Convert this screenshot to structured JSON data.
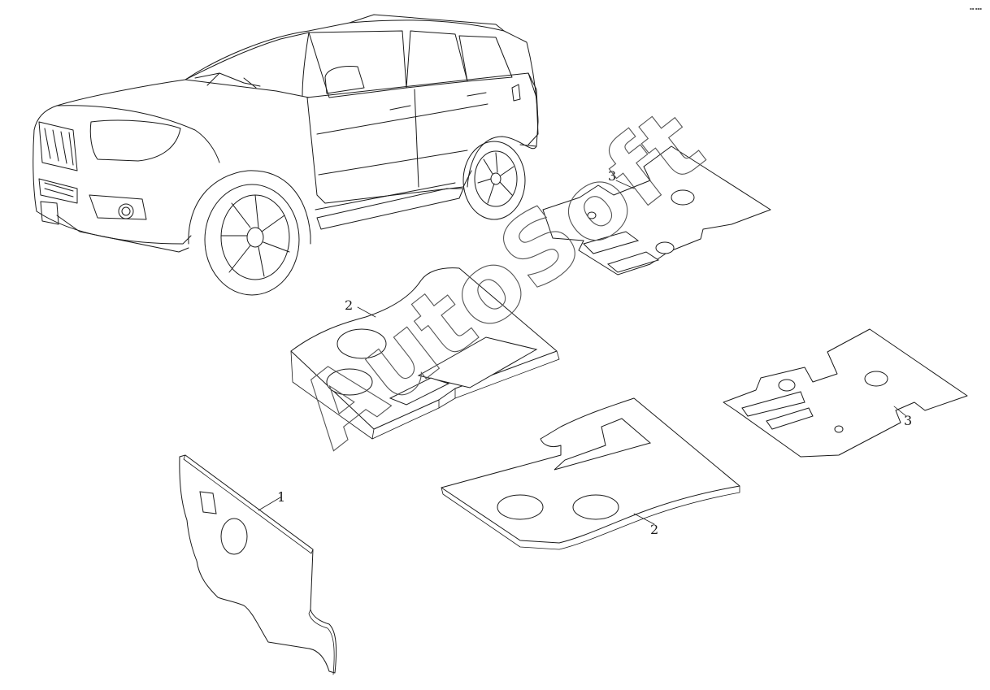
{
  "callouts": {
    "part_1": "1",
    "part_2_upper": "2",
    "part_2_lower": "2",
    "part_3_upper": "3",
    "part_3_lower": "3"
  },
  "watermark": {
    "text": "AutoSoft"
  },
  "corner_mark": {
    "text": "▪▪ ▪▪▪"
  }
}
